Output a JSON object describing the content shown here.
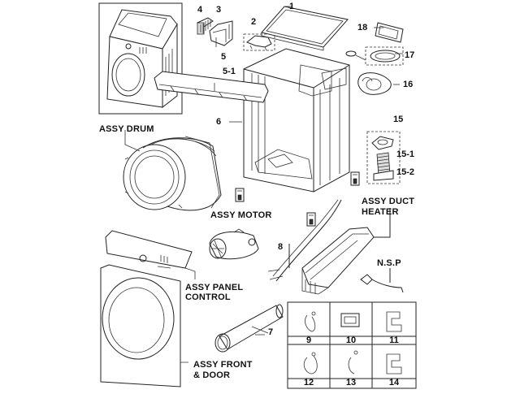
{
  "diagram": {
    "title": "Dryer exploded parts diagram",
    "parts": [
      {
        "id": "1",
        "label": "1"
      },
      {
        "id": "2",
        "label": "2"
      },
      {
        "id": "3",
        "label": "3"
      },
      {
        "id": "4",
        "label": "4"
      },
      {
        "id": "5",
        "label": "5"
      },
      {
        "id": "5-1",
        "label": "5-1"
      },
      {
        "id": "6",
        "label": "6"
      },
      {
        "id": "7",
        "label": "7"
      },
      {
        "id": "8",
        "label": "8"
      },
      {
        "id": "15",
        "label": "15"
      },
      {
        "id": "15-1",
        "label": "15-1"
      },
      {
        "id": "15-2",
        "label": "15-2"
      },
      {
        "id": "16",
        "label": "16"
      },
      {
        "id": "17",
        "label": "17"
      },
      {
        "id": "18",
        "label": "18"
      }
    ],
    "assemblies": {
      "drum": "ASSY DRUM",
      "motor": "ASSY MOTOR",
      "duct_heater_line1": "ASSY DUCT",
      "duct_heater_line2": "HEATER",
      "panel_control_line1": "ASSY PANEL",
      "panel_control_line2": "CONTROL",
      "front_door_line1": "ASSY FRONT",
      "front_door_line2": "& DOOR",
      "nsp": "N.S.P"
    },
    "clip_table": {
      "rows": [
        [
          "9",
          "10",
          "11"
        ],
        [
          "12",
          "13",
          "14"
        ]
      ]
    }
  }
}
